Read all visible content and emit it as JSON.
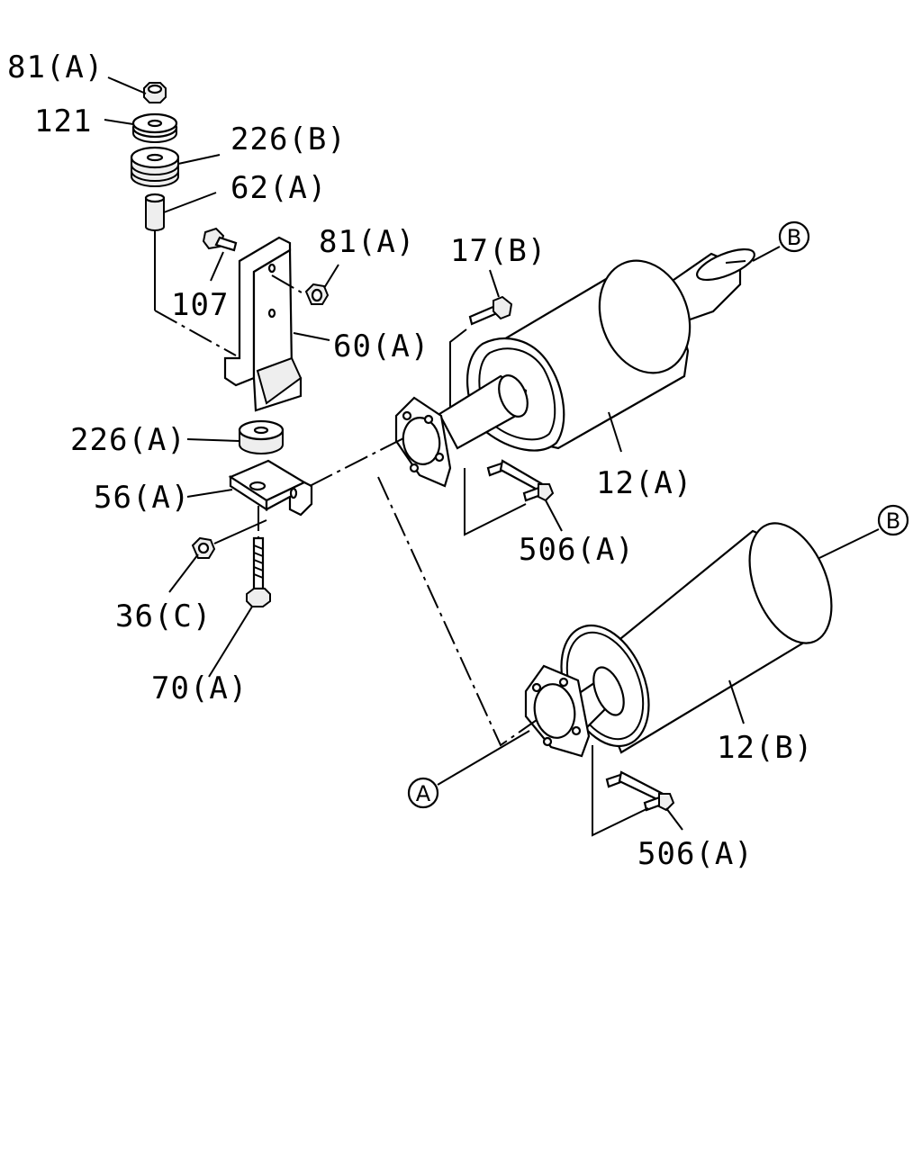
{
  "labels": {
    "nut_81a_top": "81(A)",
    "washer_121": "121",
    "rubber_226b": "226(B)",
    "collar_62a": "62(A)",
    "bolt_107": "107",
    "nut_81a_mid": "81(A)",
    "bolt_17b": "17(B)",
    "bracket_60a": "60(A)",
    "rubber_226a": "226(A)",
    "bracket_56a": "56(A)",
    "nut_36c": "36(C)",
    "bolt_70a": "70(A)",
    "muffler_12a": "12(A)",
    "bolt_506a_upper": "506(A)",
    "muffler_12b": "12(B)",
    "bolt_506a_lower": "506(A)"
  },
  "refs": {
    "b_upper": "B",
    "b_lower": "B",
    "a_ref": "A"
  }
}
